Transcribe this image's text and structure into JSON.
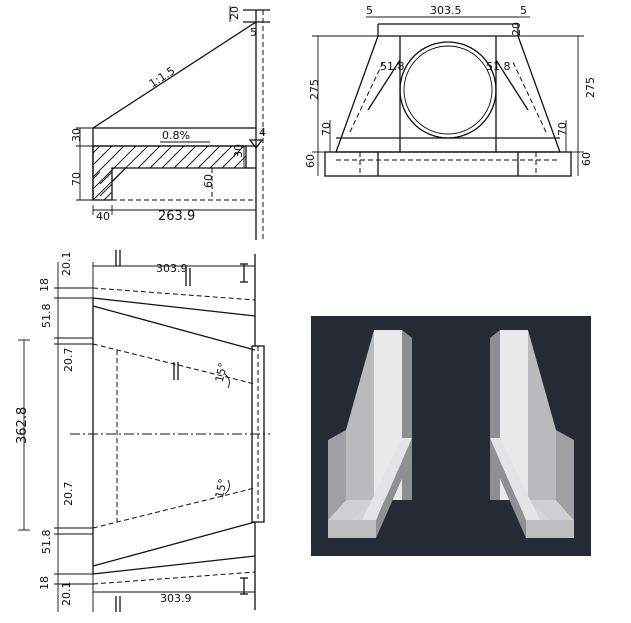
{
  "side_view": {
    "slope": "1:1.5",
    "grade": "0.8%",
    "dims": {
      "top": "20",
      "top_small": "5",
      "left_upper": "30",
      "left_lower": "70",
      "right_small": "4",
      "right_mid": "30",
      "inner": "60",
      "bottom_left": "40",
      "bottom_main": "263.9"
    }
  },
  "front_view": {
    "dims": {
      "top_left": "5",
      "top_main": "303.5",
      "top_right": "5",
      "top_right_small": "20",
      "height_left": "275",
      "height_right": "275",
      "diag_left": "51.8",
      "diag_right": "51.8",
      "mid_left": "70",
      "mid_right": "70",
      "base_left": "60",
      "base_right": "60"
    }
  },
  "plan_view": {
    "dims": {
      "top_a": "20.1",
      "top_b": "18",
      "top_c": "51.8",
      "top_d": "20.7",
      "top_width": "303.9",
      "total": "362.8",
      "bot_d": "20.7",
      "bot_c": "51.8",
      "bot_b": "18",
      "bot_a": "20.1",
      "bot_width": "303.9",
      "angle_top": "15°",
      "angle_bot": "15°"
    }
  },
  "model_view": {
    "background": "#252a34"
  }
}
